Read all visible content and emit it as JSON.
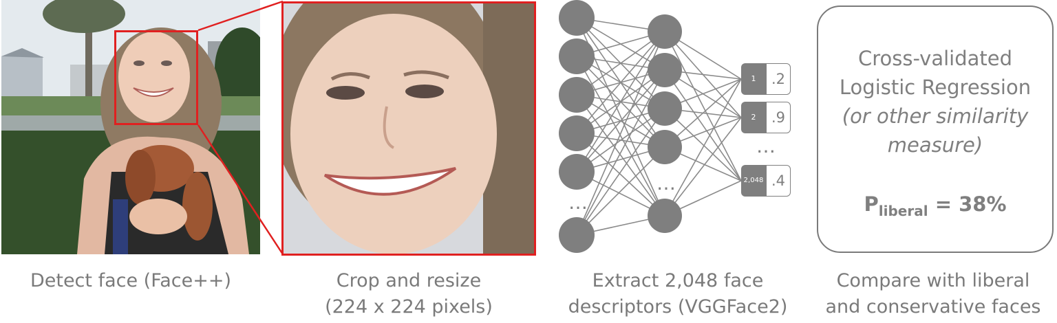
{
  "steps": [
    {
      "caption_line1": "Detect face (Face++)",
      "caption_line2": ""
    },
    {
      "caption_line1": "Crop and resize",
      "caption_line2": "(224 x 224 pixels)"
    },
    {
      "caption_line1": "Extract 2,048 face",
      "caption_line2": "descriptors (VGGFace2)"
    },
    {
      "caption_line1": "Compare with liberal",
      "caption_line2": "and conservative faces"
    }
  ],
  "network": {
    "input_ellipsis": "…",
    "hidden_ellipsis": "…",
    "output_ellipsis": "…",
    "descriptors": [
      {
        "index": "1",
        "value": ".2"
      },
      {
        "index": "2",
        "value": ".9"
      },
      {
        "index": "2,048",
        "value": ".4"
      }
    ]
  },
  "classifier": {
    "line1": "Cross-validated",
    "line2": "Logistic Regression",
    "line3": "(or other similarity",
    "line4": "measure)",
    "prob_label": "P",
    "prob_subscript": "liberal",
    "prob_value": "= 38%"
  },
  "colors": {
    "highlight": "#e02020",
    "node": "#7f7f7f",
    "text": "#7a7a7a"
  }
}
